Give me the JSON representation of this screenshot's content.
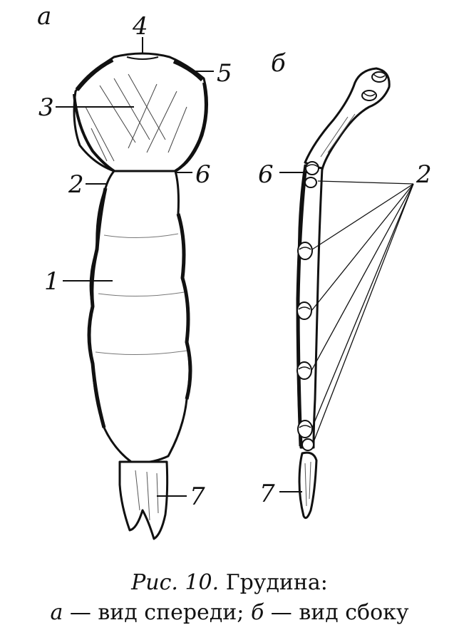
{
  "panels": {
    "front": "а",
    "side": "б"
  },
  "labels": {
    "n1": "1",
    "n2": "2",
    "n3": "3",
    "n4": "4",
    "n5": "5",
    "n6": "6",
    "n7": "7",
    "s2": "2",
    "s6": "6",
    "s7": "7"
  },
  "caption": {
    "fig": "Рис. 10.",
    "title": "Грудина:",
    "a": "а",
    "a_text": "— вид спереди;",
    "b": "б",
    "b_text": "— вид сбоку"
  }
}
